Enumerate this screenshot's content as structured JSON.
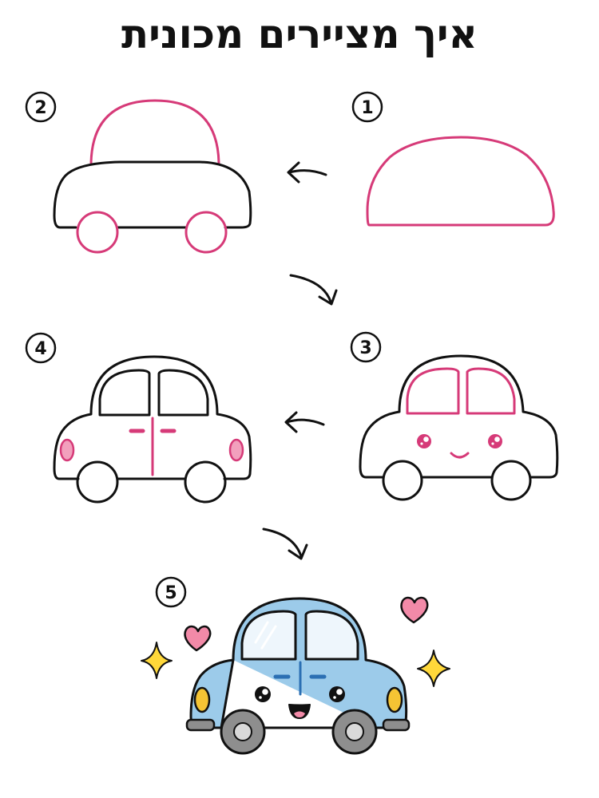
{
  "title": "איך מציירים מכונית",
  "steps": [
    {
      "number": "1"
    },
    {
      "number": "2"
    },
    {
      "number": "3"
    },
    {
      "number": "4"
    },
    {
      "number": "5"
    }
  ],
  "colors": {
    "outline": "#111111",
    "highlight": "#d63a78",
    "car_blue": "#9ccbea",
    "window": "#eef6fc",
    "headlight_yellow": "#f5c434",
    "tail_pink": "#f2a0bd",
    "wheel_grey": "#8e8e8e",
    "heart_pink": "#f28aa8",
    "sparkle_yellow": "#ffd83a"
  }
}
